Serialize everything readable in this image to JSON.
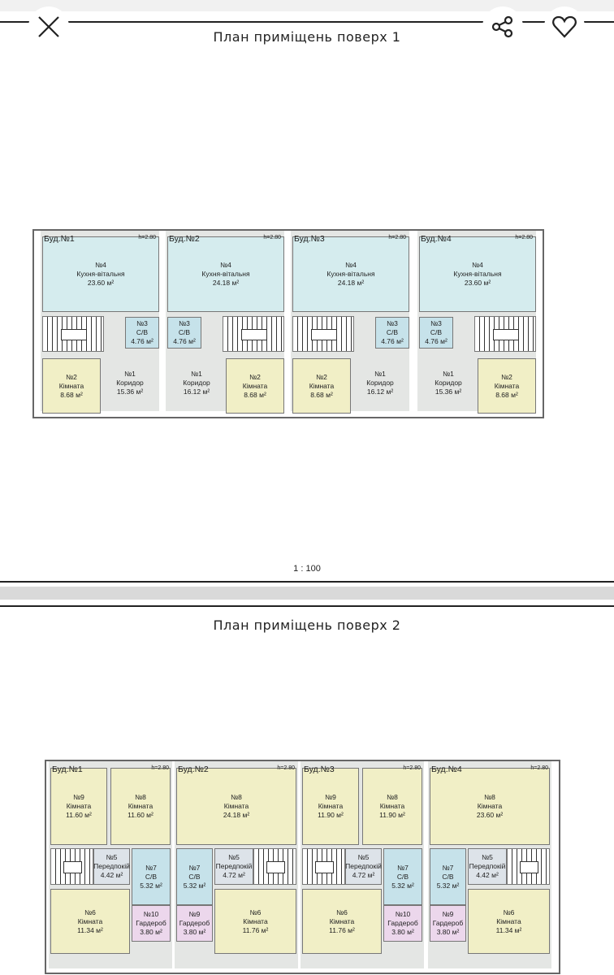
{
  "viewer": {
    "close_icon": "close-icon",
    "share_icon": "share-icon",
    "favorite_icon": "heart-icon"
  },
  "floor1": {
    "title": "План приміщень поверх 1",
    "scale": "1 : 100",
    "buildings": [
      {
        "label": "Буд.№1",
        "height": "h=2.80",
        "rooms": [
          {
            "num": "№4",
            "name": "Кухня-вітальня",
            "area": "23.60 м²"
          },
          {
            "num": "№3",
            "name": "С/В",
            "area": "4.76 м²"
          },
          {
            "num": "№2",
            "name": "Кімната",
            "area": "8.68 м²"
          },
          {
            "num": "№1",
            "name": "Коридор",
            "area": "15.36 м²"
          }
        ]
      },
      {
        "label": "Буд.№2",
        "height": "h=2.80",
        "rooms": [
          {
            "num": "№4",
            "name": "Кухня-вітальня",
            "area": "24.18 м²"
          },
          {
            "num": "№3",
            "name": "С/В",
            "area": "4.76 м²"
          },
          {
            "num": "№2",
            "name": "Кімната",
            "area": "8.68 м²"
          },
          {
            "num": "№1",
            "name": "Коридор",
            "area": "16.12 м²"
          }
        ]
      },
      {
        "label": "Буд.№3",
        "height": "h=2.80",
        "rooms": [
          {
            "num": "№4",
            "name": "Кухня-вітальня",
            "area": "24.18 м²"
          },
          {
            "num": "№3",
            "name": "С/В",
            "area": "4.76 м²"
          },
          {
            "num": "№2",
            "name": "Кімната",
            "area": "8.68 м²"
          },
          {
            "num": "№1",
            "name": "Коридор",
            "area": "16.12 м²"
          }
        ]
      },
      {
        "label": "Буд.№4",
        "height": "h=2.80",
        "rooms": [
          {
            "num": "№4",
            "name": "Кухня-вітальня",
            "area": "23.60 м²"
          },
          {
            "num": "№3",
            "name": "С/В",
            "area": "4.76 м²"
          },
          {
            "num": "№2",
            "name": "Кімната",
            "area": "8.68 м²"
          },
          {
            "num": "№1",
            "name": "Коридор",
            "area": "15.36 м²"
          }
        ]
      }
    ]
  },
  "floor2": {
    "title": "План приміщень поверх 2",
    "buildings": [
      {
        "label": "Буд.№1",
        "height": "h=2.80",
        "rooms": [
          {
            "num": "№9",
            "name": "Кімната",
            "area": "11.60 м²"
          },
          {
            "num": "№8",
            "name": "Кімната",
            "area": "11.60 м²"
          },
          {
            "num": "№5",
            "name": "Передпокій",
            "area": "4.42 м²"
          },
          {
            "num": "№7",
            "name": "С/В",
            "area": "5.32 м²"
          },
          {
            "num": "№10",
            "name": "Гардероб",
            "area": "3.80 м²"
          },
          {
            "num": "№6",
            "name": "Кімната",
            "area": "11.34 м²"
          }
        ]
      },
      {
        "label": "Буд.№2",
        "height": "h=2.80",
        "rooms": [
          {
            "num": "№8",
            "name": "Кімната",
            "area": "24.18 м²"
          },
          {
            "num": "№7",
            "name": "С/В",
            "area": "5.32 м²"
          },
          {
            "num": "№9",
            "name": "Гардероб",
            "area": "3.80 м²"
          },
          {
            "num": "№5",
            "name": "Передпокій",
            "area": "4.72 м²"
          },
          {
            "num": "№6",
            "name": "Кімната",
            "area": "11.76 м²"
          }
        ]
      },
      {
        "label": "Буд.№3",
        "height": "h=2.80",
        "rooms": [
          {
            "num": "№9",
            "name": "Кімната",
            "area": "11.90 м²"
          },
          {
            "num": "№8",
            "name": "Кімната",
            "area": "11.90 м²"
          },
          {
            "num": "№5",
            "name": "Передпокій",
            "area": "4.72 м²"
          },
          {
            "num": "№7",
            "name": "С/В",
            "area": "5.32 м²"
          },
          {
            "num": "№10",
            "name": "Гардероб",
            "area": "3.80 м²"
          },
          {
            "num": "№6",
            "name": "Кімната",
            "area": "11.76 м²"
          }
        ]
      },
      {
        "label": "Буд.№4",
        "height": "h=2.80",
        "rooms": [
          {
            "num": "№8",
            "name": "Кімната",
            "area": "23.60 м²"
          },
          {
            "num": "№7",
            "name": "С/В",
            "area": "5.32 м²"
          },
          {
            "num": "№9",
            "name": "Гардероб",
            "area": "3.80 м²"
          },
          {
            "num": "№5",
            "name": "Передпокій",
            "area": "4.42 м²"
          },
          {
            "num": "№6",
            "name": "Кімната",
            "area": "11.34 м²"
          }
        ]
      }
    ]
  }
}
